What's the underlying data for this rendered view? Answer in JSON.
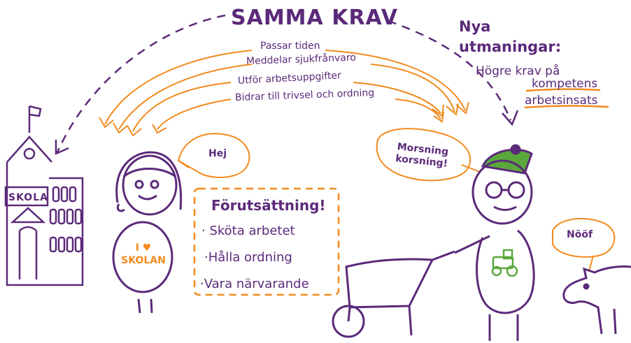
{
  "title": "SAMMA KRAV",
  "requirements": [
    "Passar tiden",
    "Meddelar sjukfrånvaro",
    "Utför arbetsuppgifter",
    "Bidrar till trivsel och ordning"
  ],
  "challenges": {
    "heading_line1": "Nya",
    "heading_line2": "utmaningar:",
    "line1": "Högre krav på",
    "line2": "kompetens",
    "line3": "arbetsinsats"
  },
  "speech": {
    "girl": "Hej",
    "farmer_line1": "Morsning",
    "farmer_line2": "korsning!",
    "pig": "Nööf"
  },
  "prerequisites": {
    "title": "Förutsättning!",
    "items": [
      "· Sköta arbetet",
      "·Hålla ordning",
      "·Vara närvarande"
    ]
  },
  "school_sign": "SKOLA",
  "shirt": {
    "line1": "I ♥",
    "line2": "SKOLAN"
  },
  "colors": {
    "purple": "#5b2a7a",
    "orange": "#f28a1e",
    "green": "#5aa83c"
  }
}
